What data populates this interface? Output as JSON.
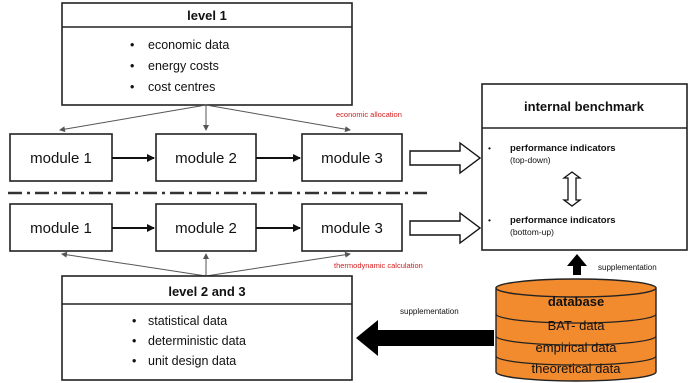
{
  "level1": {
    "title": "level 1",
    "items": [
      "economic data",
      "energy costs",
      "cost centres"
    ]
  },
  "level23": {
    "title": "level 2 and 3",
    "items": [
      "statistical data",
      "deterministic data",
      "unit design data"
    ]
  },
  "top_modules": [
    "module 1",
    "module 2",
    "module 3"
  ],
  "bottom_modules": [
    "module 1",
    "module 2",
    "module 3"
  ],
  "labels": {
    "economic_allocation": "economic allocation",
    "thermodynamic_calculation": "thermodynamic calculation",
    "supplementation_db_to_benchmark": "supplementation",
    "supplementation_db_to_level": "supplementation"
  },
  "benchmark": {
    "title": "internal benchmark",
    "top_indicator": "performance indicators",
    "top_indicator_sub": "(top-down)",
    "bottom_indicator": "performance indicators",
    "bottom_indicator_sub": "(bottom-up)"
  },
  "database": {
    "title": "database",
    "layers": [
      "BAT- data",
      "empirical data",
      "theoretical data"
    ],
    "color": "#f28a2e"
  },
  "bullet": "•"
}
